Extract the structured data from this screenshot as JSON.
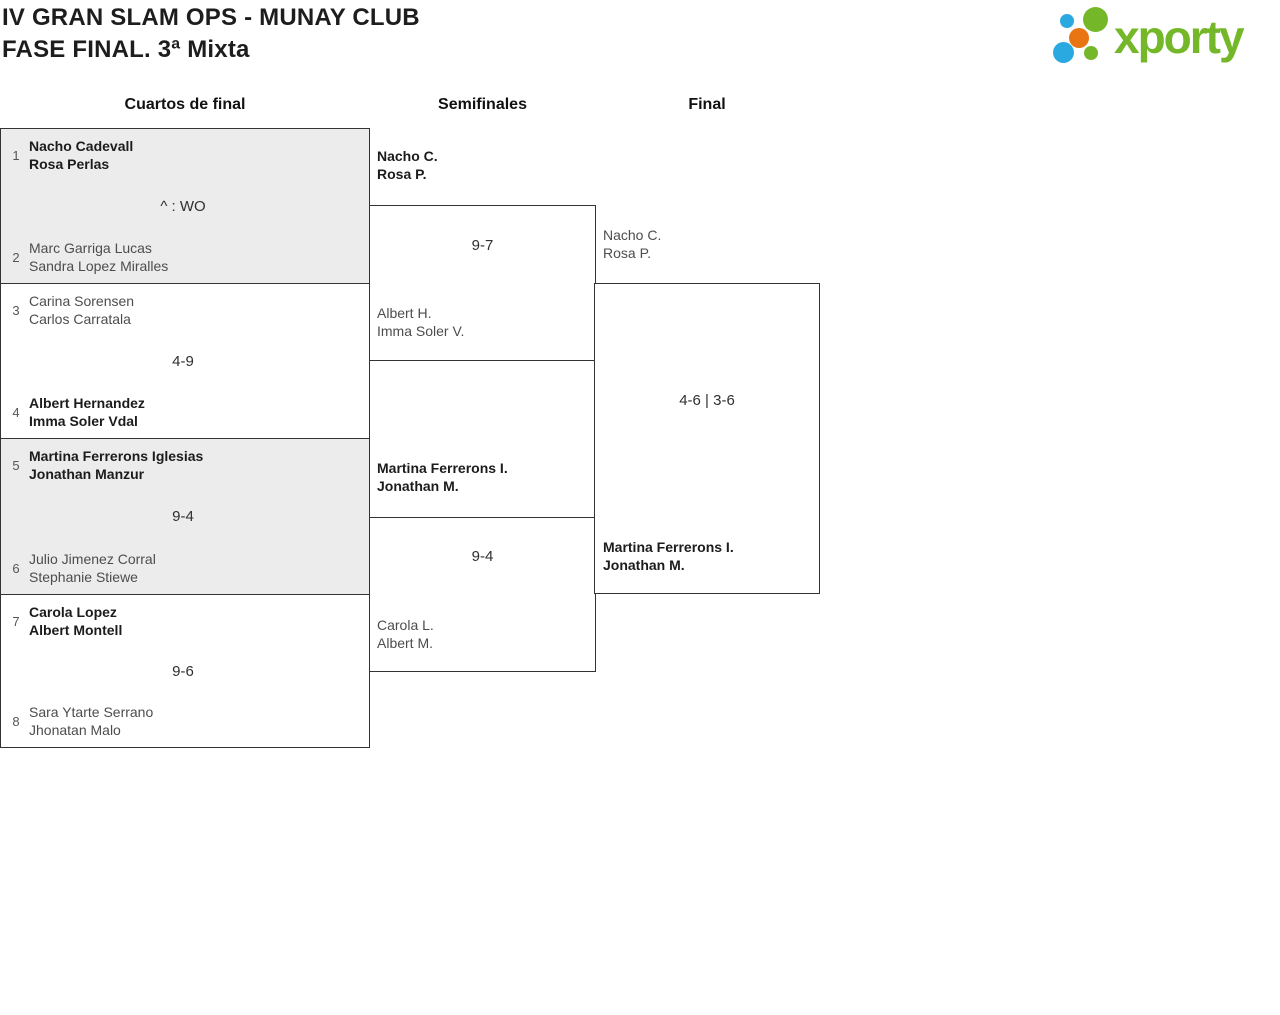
{
  "header": {
    "title_line1": "IV GRAN SLAM OPS - MUNAY CLUB",
    "title_line2": "FASE FINAL. 3ª Mixta",
    "logo_text": "xporty"
  },
  "round_headers": {
    "quarterfinals": "Cuartos de final",
    "semifinals": "Semifinales",
    "final": "Final"
  },
  "quarterfinals": [
    {
      "seed_top": "1",
      "team_top_line1": "Nacho Cadevall",
      "team_top_line2": "Rosa Perlas",
      "top_winner": true,
      "score": "^ : WO",
      "seed_bottom": "2",
      "team_bottom_line1": "Marc Garriga Lucas",
      "team_bottom_line2": "Sandra Lopez Miralles",
      "bottom_winner": false
    },
    {
      "seed_top": "3",
      "team_top_line1": "Carina Sorensen",
      "team_top_line2": "Carlos Carratala",
      "top_winner": false,
      "score": "4-9",
      "seed_bottom": "4",
      "team_bottom_line1": "Albert Hernandez",
      "team_bottom_line2": "Imma Soler Vdal",
      "bottom_winner": true
    },
    {
      "seed_top": "5",
      "team_top_line1": "Martina Ferrerons Iglesias",
      "team_top_line2": "Jonathan Manzur",
      "top_winner": true,
      "score": "9-4",
      "seed_bottom": "6",
      "team_bottom_line1": "Julio Jimenez Corral",
      "team_bottom_line2": "Stephanie Stiewe",
      "bottom_winner": false
    },
    {
      "seed_top": "7",
      "team_top_line1": "Carola Lopez",
      "team_top_line2": "Albert Montell",
      "top_winner": true,
      "score": "9-6",
      "seed_bottom": "8",
      "team_bottom_line1": "Sara Ytarte Serrano",
      "team_bottom_line2": "Jhonatan Malo",
      "bottom_winner": false
    }
  ],
  "semifinals": [
    {
      "team_top_line1": "Nacho C.",
      "team_top_line2": "Rosa P.",
      "top_winner": true,
      "score": "9-7",
      "team_bottom_line1": "Albert H.",
      "team_bottom_line2": "Imma Soler V.",
      "bottom_winner": false
    },
    {
      "team_top_line1": "Martina Ferrerons I.",
      "team_top_line2": "Jonathan M.",
      "top_winner": true,
      "score": "9-4",
      "team_bottom_line1": "Carola L.",
      "team_bottom_line2": "Albert M.",
      "bottom_winner": false
    }
  ],
  "final": {
    "team_top_line1": "Nacho C.",
    "team_top_line2": "Rosa P.",
    "top_winner": false,
    "score": "4-6 | 3-6",
    "team_bottom_line1": "Martina Ferrerons I.",
    "team_bottom_line2": "Jonathan M.",
    "bottom_winner": true
  },
  "colors": {
    "winner_text": "#1c1c1c",
    "loser_text": "#4d4d4d",
    "border": "#333333",
    "shaded_block": "#ececec",
    "logo_green": "#74b829",
    "logo_blue": "#2aa9e0",
    "logo_orange": "#e87511"
  }
}
